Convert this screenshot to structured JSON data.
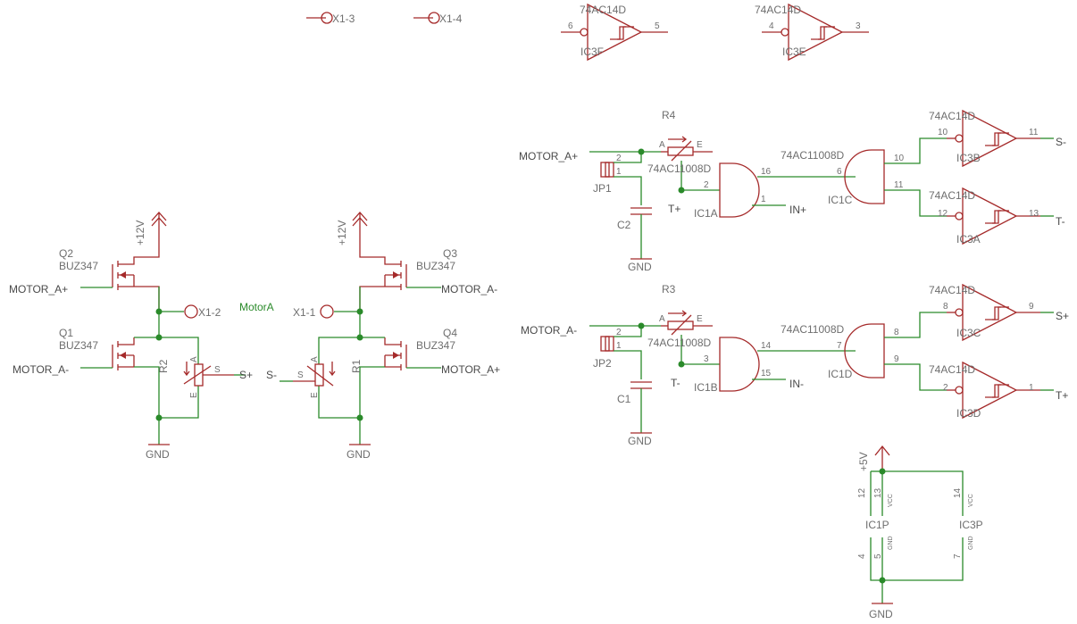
{
  "header_terminals": {
    "x13": "X1-3",
    "x14": "X1-4"
  },
  "top_gates": {
    "ic3f": {
      "type": "74AC14D",
      "name": "IC3F",
      "pin_in": "6",
      "pin_out": "5"
    },
    "ic3e": {
      "type": "74AC14D",
      "name": "IC3E",
      "pin_in": "4",
      "pin_out": "3"
    }
  },
  "bridge": {
    "supply": "+12V",
    "gnd": "GND",
    "q2": {
      "name": "Q2",
      "type": "BUZ347",
      "gate_net": "MOTOR_A+"
    },
    "q1": {
      "name": "Q1",
      "type": "BUZ347",
      "gate_net": "MOTOR_A-"
    },
    "q3": {
      "name": "Q3",
      "type": "BUZ347",
      "gate_net": "MOTOR_A-"
    },
    "q4": {
      "name": "Q4",
      "type": "BUZ347",
      "gate_net": "MOTOR_A+"
    },
    "x12": "X1-2",
    "x11": "X1-1",
    "motor_net": "MotorA",
    "r2": {
      "name": "R2",
      "pin_a": "A",
      "pin_e": "E",
      "pin_s": "S",
      "net": "S+"
    },
    "r1": {
      "name": "R1",
      "pin_a": "A",
      "pin_e": "E",
      "pin_s": "S",
      "net": "S-"
    }
  },
  "upper_logic": {
    "input_net": "MOTOR_A+",
    "r": {
      "name": "R4",
      "pin_a": "A",
      "pin_e": "E"
    },
    "jp": "JP1",
    "jp_pin2": "2",
    "jp_pin1": "1",
    "cap": "C2",
    "gnd": "GND",
    "test_net": "T+",
    "gate1": {
      "type": "74AC11008D",
      "name": "IC1A",
      "pin_a": "2",
      "pin_b": "1",
      "pin_out": "16",
      "in_net": "IN+"
    },
    "gate2": {
      "type": "74AC11008D",
      "name": "IC1C",
      "pin_in": "6",
      "pin_out_a": "10",
      "pin_out_b": "11"
    },
    "inv_top": {
      "type": "74AC14D",
      "name": "IC3B",
      "pin_in": "10",
      "pin_out": "11",
      "net": "S-"
    },
    "inv_bot": {
      "type": "74AC14D",
      "name": "IC3A",
      "pin_in": "12",
      "pin_out": "13",
      "net": "T-"
    }
  },
  "lower_logic": {
    "input_net": "MOTOR_A-",
    "r": {
      "name": "R3",
      "pin_a": "A",
      "pin_e": "E"
    },
    "jp": "JP2",
    "jp_pin2": "2",
    "jp_pin1": "1",
    "cap": "C1",
    "gnd": "GND",
    "test_net": "T-",
    "gate1": {
      "type": "74AC11008D",
      "name": "IC1B",
      "pin_a": "3",
      "pin_b": "15",
      "pin_out": "14",
      "in_net": "IN-"
    },
    "gate2": {
      "type": "74AC11008D",
      "name": "IC1D",
      "pin_in": "7",
      "pin_out_a": "8",
      "pin_out_b": "9"
    },
    "inv_top": {
      "type": "74AC14D",
      "name": "IC3C",
      "pin_in": "8",
      "pin_out": "9",
      "net": "S+"
    },
    "inv_bot": {
      "type": "74AC14D",
      "name": "IC3D",
      "pin_in": "2",
      "pin_out": "1",
      "net": "T+"
    }
  },
  "power": {
    "supply": "+5V",
    "gnd": "GND",
    "ic1p": {
      "name": "IC1P",
      "vcc_pins": [
        "12",
        "13"
      ],
      "vcc_label": "VCC",
      "gnd_pins": [
        "4",
        "5"
      ],
      "gnd_label": "GND"
    },
    "ic3p": {
      "name": "IC3P",
      "vcc_pin": "14",
      "vcc_label": "VCC",
      "gnd_pin": "7",
      "gnd_label": "GND"
    }
  },
  "colors": {
    "wire": "#2a8a2a",
    "symbol": "#a52a2a",
    "label": "#6e6e6e"
  }
}
